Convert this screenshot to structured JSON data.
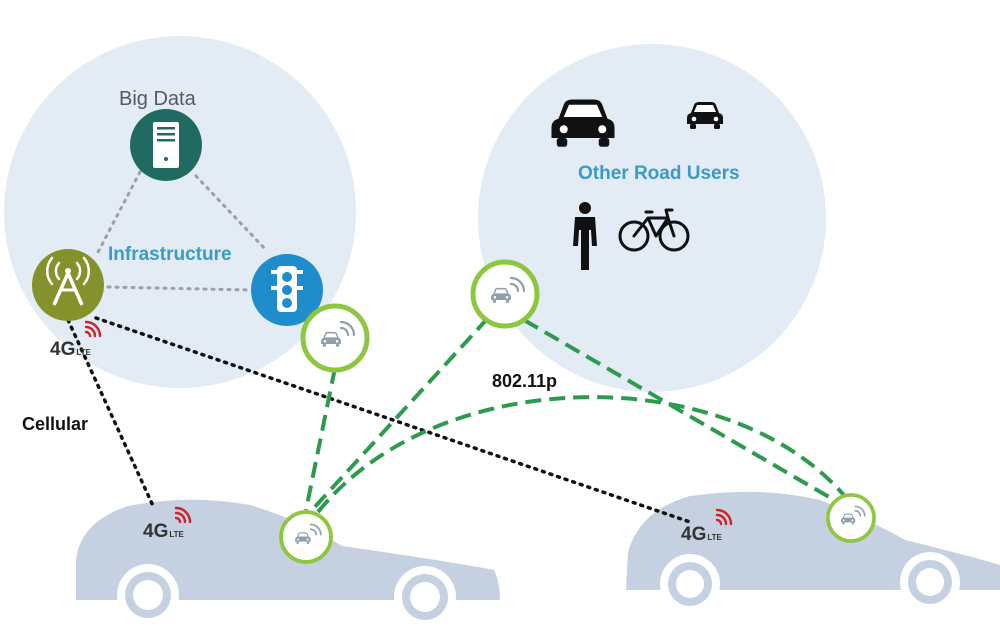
{
  "labels": {
    "big_data": "Big Data",
    "infrastructure": "Infrastructure",
    "other_road_users": "Other Road Users",
    "cellular": "Cellular",
    "protocol": "802.11p"
  },
  "network_badges": {
    "tower": {
      "main": "4G",
      "sub": "LTE"
    },
    "car_left": {
      "main": "4G",
      "sub": "LTE"
    },
    "car_right": {
      "main": "4G",
      "sub": "LTE"
    }
  },
  "icons": {
    "server": "server-icon",
    "tower": "cell-tower-icon",
    "traffic_light": "traffic-light-icon",
    "v2x_car": "v2x-car-icon",
    "car_large": "car-icon",
    "car_small": "car-icon",
    "pedestrian": "pedestrian-icon",
    "bicycle": "bicycle-icon",
    "signal": "signal-waves-icon",
    "vehicle": "vehicle-silhouette-icon"
  },
  "colors": {
    "zone_fill": "#e3ebf4",
    "car_silhouette": "#c5d1e0",
    "server_fill": "#1f6b61",
    "tower_fill": "#85912a",
    "traffic_light_fill": "#1f8ccc",
    "v2x_ring": "#8dc63f",
    "v2x_link": "#2e9a4f",
    "cellular_link": "#111111",
    "infra_link": "#9aa0a6",
    "signal_red": "#cc2229",
    "label_blue": "#3a9ac8"
  }
}
